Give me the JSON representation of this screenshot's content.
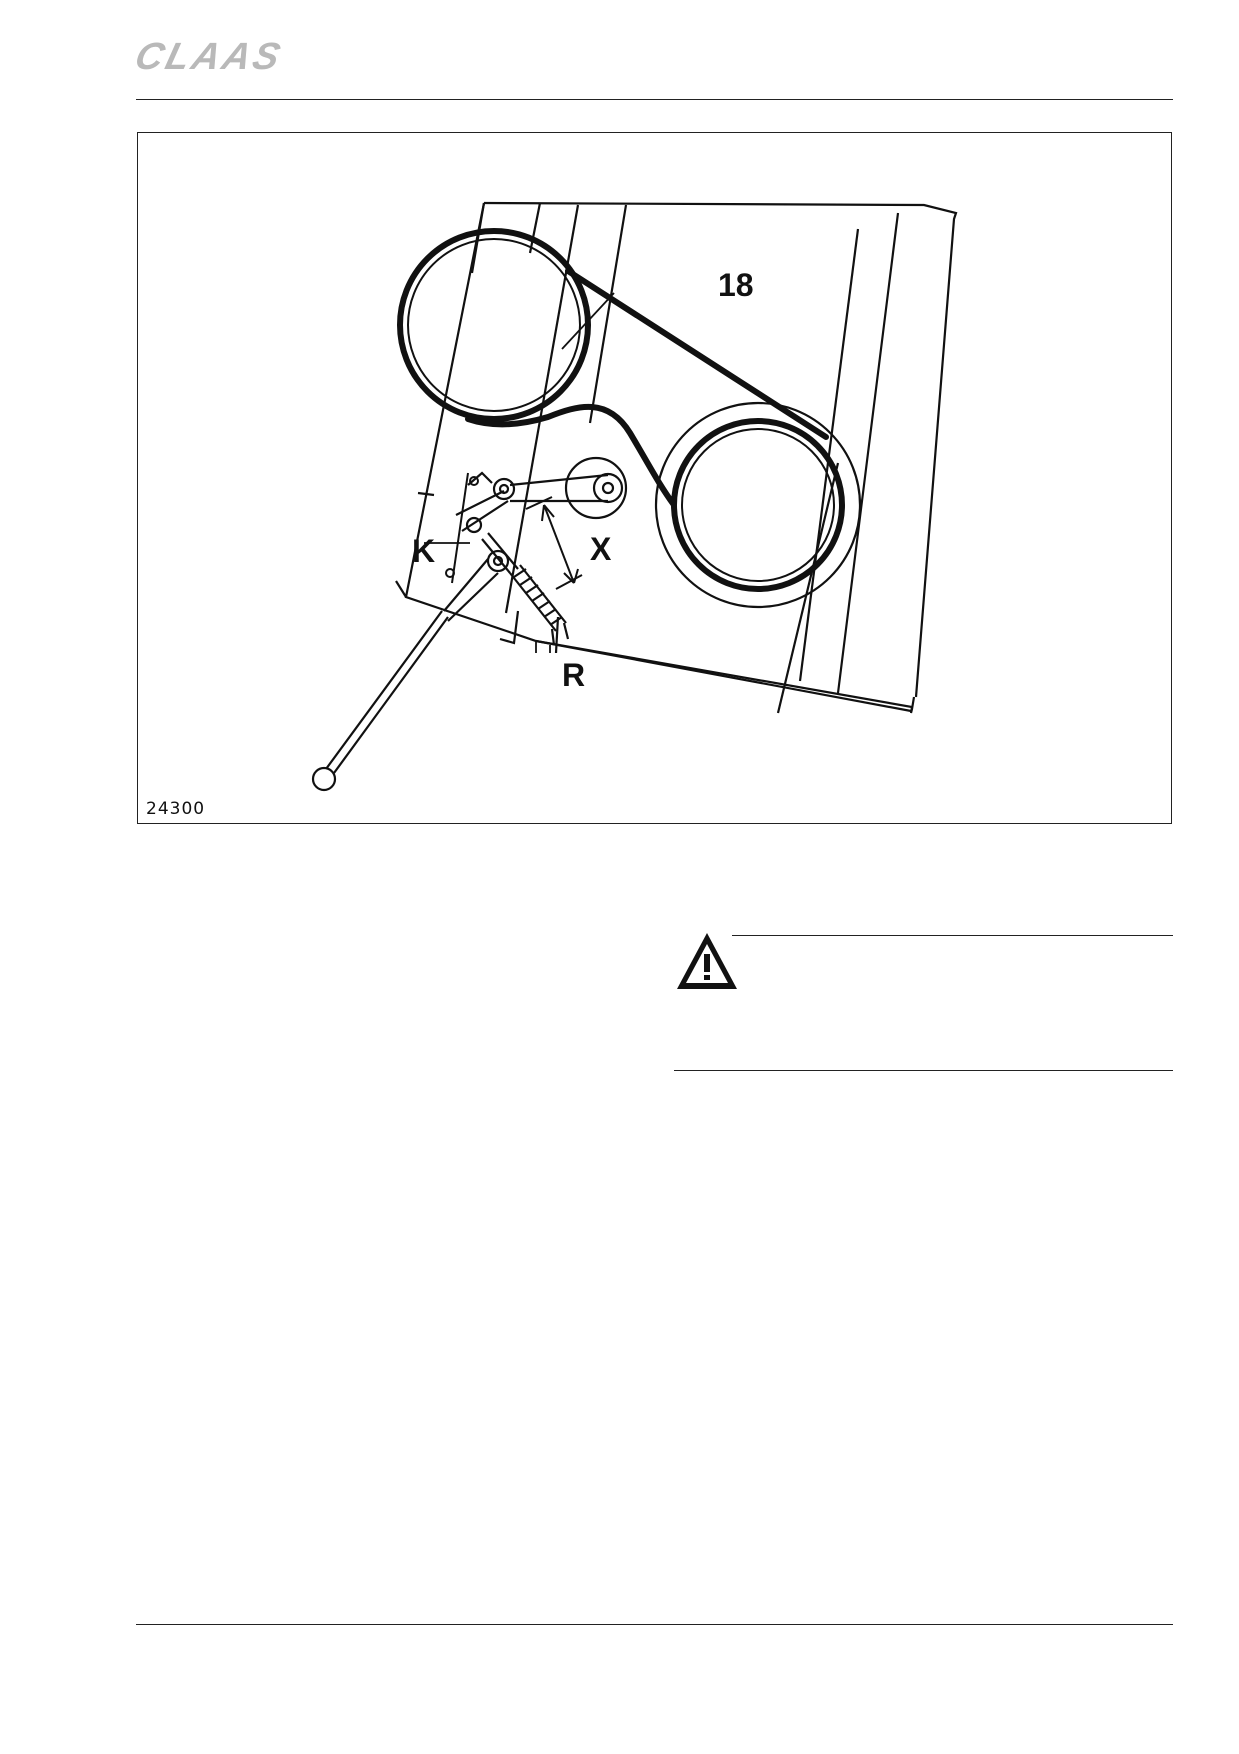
{
  "header": {
    "brand": "CLAAS"
  },
  "figure": {
    "number": "24300",
    "callouts": {
      "belt": "18",
      "k": "K",
      "x": "X",
      "r": "R"
    }
  },
  "warning": {
    "icon": "warning-triangle-icon"
  }
}
